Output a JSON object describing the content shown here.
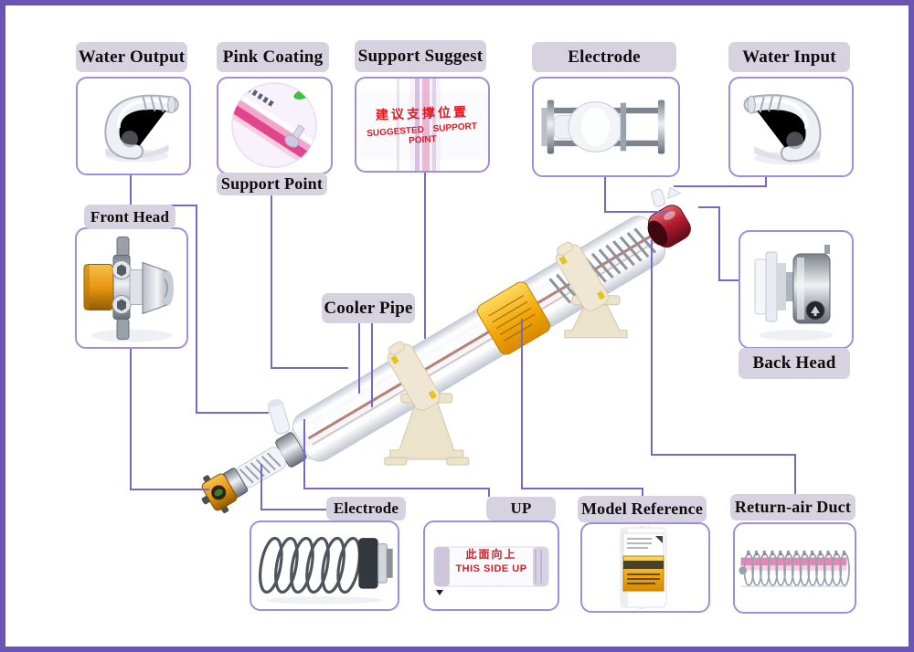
{
  "colors": {
    "frame_border": "#6a55b2",
    "connector_line": "#7668c4",
    "tag_background": "#d6d2e0",
    "box_border": "#9b8fe0",
    "red_warning_text": "#e01820",
    "sticker_yellow": "#f2a808",
    "red_cap": "#b01b2c",
    "gold_cap": "#e89612",
    "bracket_cream": "#efe7d3"
  },
  "callouts": {
    "water_output": {
      "label": "Water Output"
    },
    "pink_coating": {
      "label": "Pink Coating"
    },
    "support_point": {
      "label": "Support Point"
    },
    "support_suggest": {
      "label": "Support Suggest",
      "sticker_text_cn": "建议支撑位置",
      "sticker_text_en": "SUGGESTED SUPPORT POINT"
    },
    "electrode_top": {
      "label": "Electrode"
    },
    "water_input": {
      "label": "Water Input"
    },
    "front_head": {
      "label": "Front Head"
    },
    "back_head": {
      "label": "Back Head"
    },
    "cooler_pipe": {
      "label": "Cooler Pipe"
    },
    "electrode_bottom": {
      "label": "Electrode"
    },
    "up": {
      "label": "UP",
      "sticker_text_cn": "此面向上",
      "sticker_text_en": "THIS SIDE UP"
    },
    "model_reference": {
      "label": "Model Reference"
    },
    "return_air_duct": {
      "label": "Return-air Duct"
    }
  }
}
